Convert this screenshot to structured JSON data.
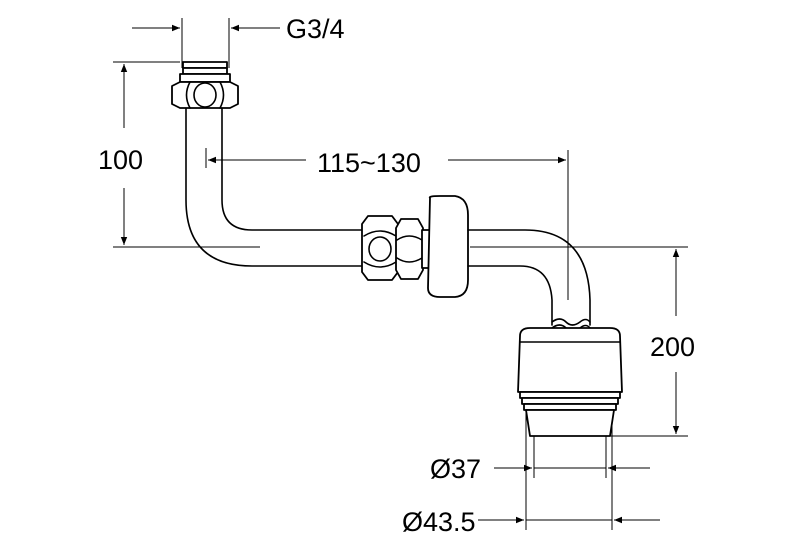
{
  "dimensions": {
    "thread": "G3/4",
    "height_top": "100",
    "length_horizontal": "115~130",
    "height_vertical": "200",
    "diameter_inner": "Ø37",
    "diameter_outer": "Ø43.5"
  }
}
